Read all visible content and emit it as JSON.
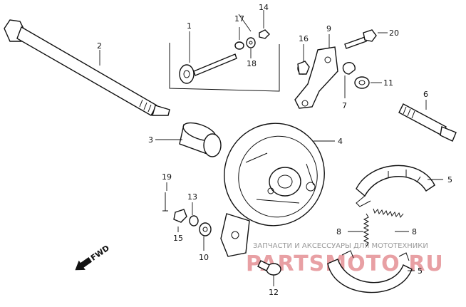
{
  "callouts": {
    "c1": "1",
    "c2": "2",
    "c3": "3",
    "c4": "4",
    "c5a": "5",
    "c5b": "5",
    "c6": "6",
    "c7": "7",
    "c8a": "8",
    "c8b": "8",
    "c9": "9",
    "c10": "10",
    "c11": "11",
    "c12": "12",
    "c13": "13",
    "c14": "14",
    "c15": "15",
    "c16": "16",
    "c17": "17",
    "c18": "18",
    "c19": "19",
    "c20": "20"
  },
  "direction": {
    "label": "FWD"
  },
  "watermark": {
    "line1": "ЗАПЧАСТИ И АКСЕССУАРЫ ДЛЯ МОТОТЕХНИКИ",
    "line2": "PARTSMOTO.RU"
  },
  "colors": {
    "ink": "#111111",
    "watermark_red": "#e8a0a4",
    "watermark_gray": "#9a9a9a"
  }
}
